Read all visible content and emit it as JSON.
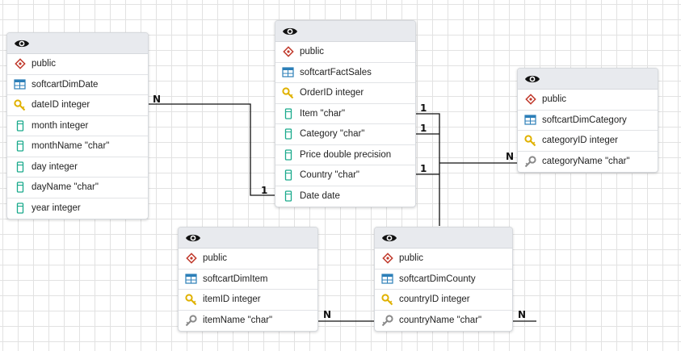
{
  "tables": [
    {
      "id": "dim-date",
      "eye_icon": "eye-icon",
      "rows": [
        {
          "icon": "schema-icon",
          "text": "public"
        },
        {
          "icon": "table-icon",
          "text": "softcartDimDate"
        },
        {
          "icon": "primary-key-icon",
          "text": "dateID integer"
        },
        {
          "icon": "column-icon",
          "text": "month integer"
        },
        {
          "icon": "column-icon",
          "text": "monthName \"char\""
        },
        {
          "icon": "column-icon",
          "text": "day integer"
        },
        {
          "icon": "column-icon",
          "text": "dayName \"char\""
        },
        {
          "icon": "column-icon",
          "text": "year integer"
        }
      ]
    },
    {
      "id": "fact-sales",
      "eye_icon": "eye-icon",
      "rows": [
        {
          "icon": "schema-icon",
          "text": "public"
        },
        {
          "icon": "table-icon",
          "text": "softcartFactSales"
        },
        {
          "icon": "primary-key-icon",
          "text": "OrderID integer"
        },
        {
          "icon": "column-icon",
          "text": "Item \"char\""
        },
        {
          "icon": "column-icon",
          "text": "Category \"char\""
        },
        {
          "icon": "column-icon",
          "text": "Price double precision"
        },
        {
          "icon": "column-icon",
          "text": "Country \"char\""
        },
        {
          "icon": "column-icon",
          "text": "Date date"
        }
      ]
    },
    {
      "id": "dim-category",
      "eye_icon": "eye-icon",
      "rows": [
        {
          "icon": "schema-icon",
          "text": "public"
        },
        {
          "icon": "table-icon",
          "text": "softcartDimCategory"
        },
        {
          "icon": "primary-key-icon",
          "text": "categoryID integer"
        },
        {
          "icon": "foreign-key-icon",
          "text": "categoryName \"char\""
        }
      ]
    },
    {
      "id": "dim-item",
      "eye_icon": "eye-icon",
      "rows": [
        {
          "icon": "schema-icon",
          "text": "public"
        },
        {
          "icon": "table-icon",
          "text": "softcartDimItem"
        },
        {
          "icon": "primary-key-icon",
          "text": "itemID integer"
        },
        {
          "icon": "foreign-key-icon",
          "text": "itemName \"char\""
        }
      ]
    },
    {
      "id": "dim-county",
      "eye_icon": "eye-icon",
      "rows": [
        {
          "icon": "schema-icon",
          "text": "public"
        },
        {
          "icon": "table-icon",
          "text": "softcartDimCounty"
        },
        {
          "icon": "primary-key-icon",
          "text": "countryID integer"
        },
        {
          "icon": "foreign-key-icon",
          "text": "countryName \"char\""
        }
      ]
    }
  ],
  "cardinality_labels": {
    "date_n": "N",
    "date_1": "1",
    "item_1": "1",
    "category_1": "1",
    "country_1": "1",
    "category_n": "N",
    "item_n": "N",
    "county_n": "N"
  },
  "colors": {
    "grid": "#e2e2e2",
    "header": "#e8eaee",
    "schema_icon": "#c0392b",
    "table_icon": "#2c7fb8",
    "key_icon": "#e0b100",
    "column_icon": "#1aaa8c",
    "line": "#111111"
  }
}
